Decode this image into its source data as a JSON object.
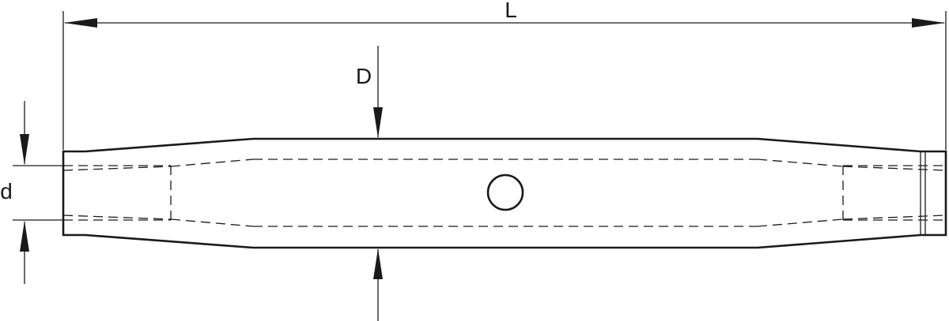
{
  "dimensions": {
    "overall_length_label": "L",
    "outer_diameter_label": "D",
    "thread_diameter_label": "d"
  },
  "colors": {
    "ink": "#1a1a1a",
    "background": "#ffffff"
  }
}
